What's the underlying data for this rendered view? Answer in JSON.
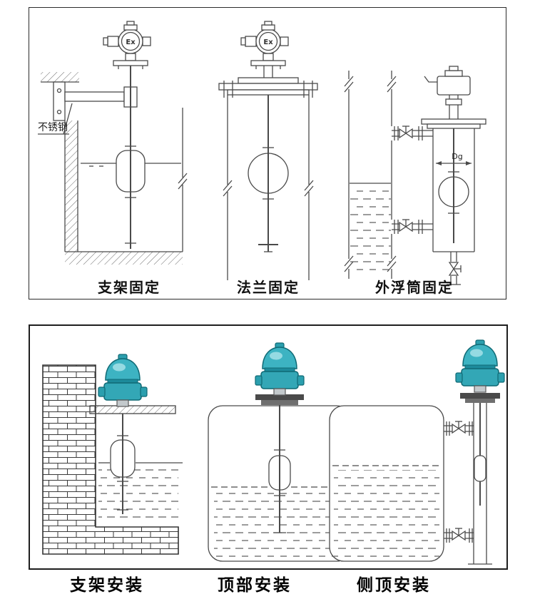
{
  "top_panel": {
    "captions": [
      {
        "label": "支架固定"
      },
      {
        "label": "法兰固定"
      },
      {
        "label": "外浮筒固定"
      }
    ],
    "annotations": {
      "stainless_steel": "不锈钢",
      "ex": "Ex",
      "dg": "Dg"
    }
  },
  "bottom_panel": {
    "captions": [
      {
        "label": "支架安装"
      },
      {
        "label": "顶部安装"
      },
      {
        "label": "侧顶安装"
      }
    ]
  },
  "colors": {
    "diagram_line": "#4a4a4a",
    "panel_border": "#222222",
    "transmitter_teal": "#33a7b6",
    "transmitter_teal_dark": "#0f6974",
    "caption_text": "#111111"
  }
}
